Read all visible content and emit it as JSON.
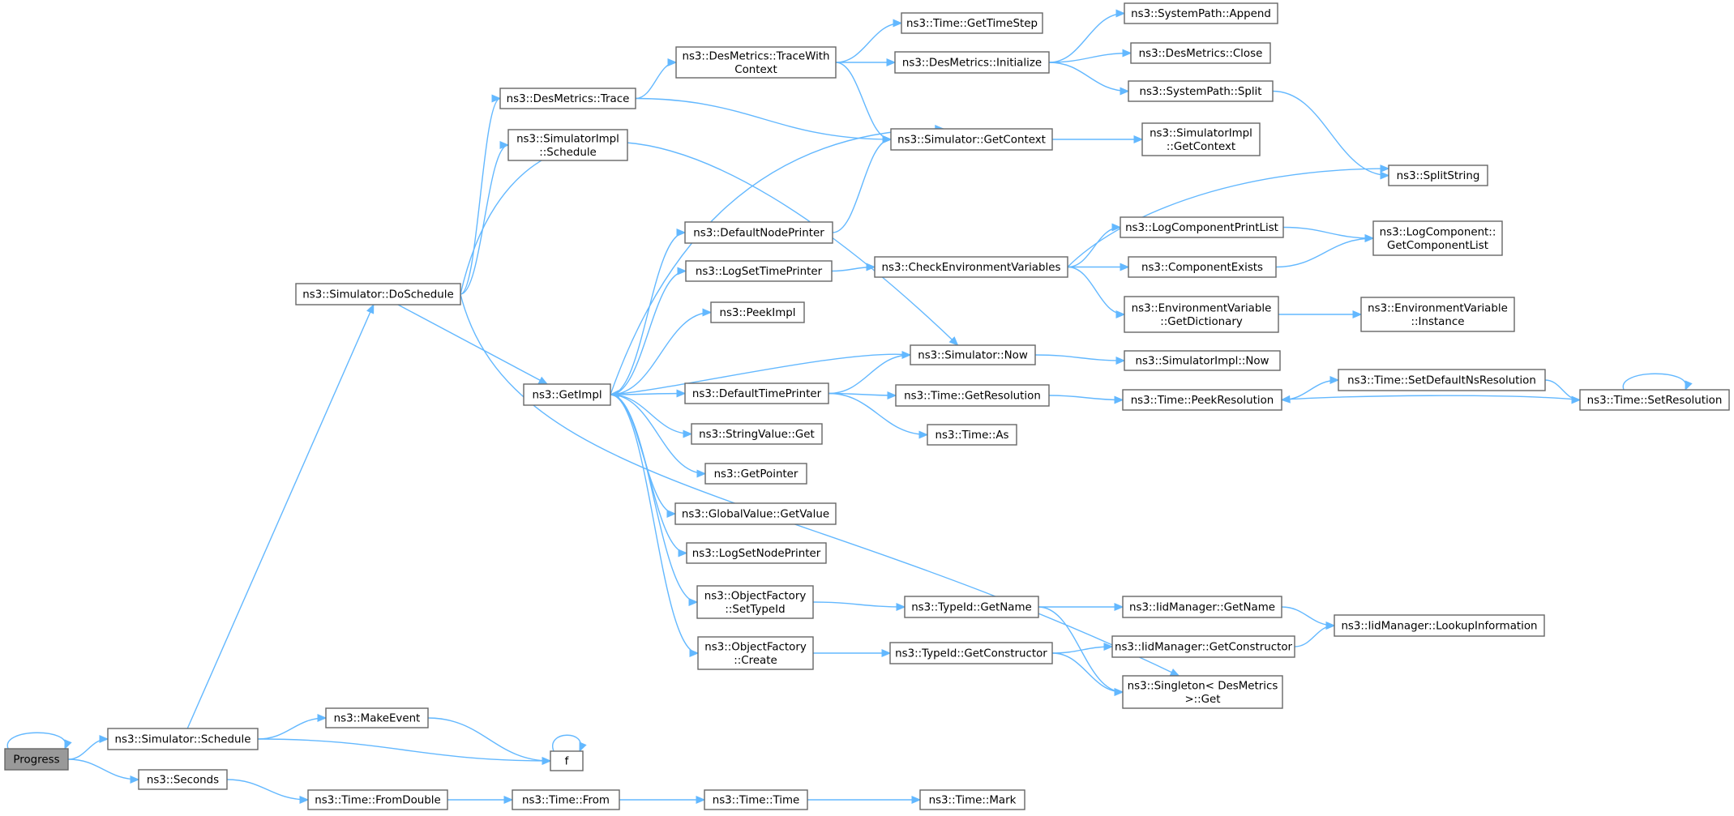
{
  "nodes": [
    {
      "id": "progress",
      "lines": [
        "Progress"
      ],
      "root": true
    },
    {
      "id": "sim_schedule",
      "lines": [
        "ns3::Simulator::Schedule"
      ]
    },
    {
      "id": "seconds",
      "lines": [
        "ns3::Seconds"
      ]
    },
    {
      "id": "makeevent",
      "lines": [
        "ns3::MakeEvent"
      ]
    },
    {
      "id": "f",
      "lines": [
        "f"
      ]
    },
    {
      "id": "doschedule",
      "lines": [
        "ns3::Simulator::DoSchedule"
      ]
    },
    {
      "id": "fromdouble",
      "lines": [
        "ns3::Time::FromDouble"
      ]
    },
    {
      "id": "timefrom",
      "lines": [
        "ns3::Time::From"
      ]
    },
    {
      "id": "timetime",
      "lines": [
        "ns3::Time::Time"
      ]
    },
    {
      "id": "timemark",
      "lines": [
        "ns3::Time::Mark"
      ]
    },
    {
      "id": "desmetrics_trace",
      "lines": [
        "ns3::DesMetrics::Trace"
      ]
    },
    {
      "id": "simimpl_schedule",
      "lines": [
        "ns3::SimulatorImpl",
        "::Schedule"
      ]
    },
    {
      "id": "getimpl",
      "lines": [
        "ns3::GetImpl"
      ]
    },
    {
      "id": "sim_now",
      "lines": [
        "ns3::Simulator::Now"
      ]
    },
    {
      "id": "singleton_get",
      "lines": [
        "ns3::Singleton< DesMetrics",
        ">::Get"
      ]
    },
    {
      "id": "tracewithcontext",
      "lines": [
        "ns3::DesMetrics::TraceWith",
        "Context"
      ]
    },
    {
      "id": "sim_getcontext",
      "lines": [
        "ns3::Simulator::GetContext"
      ]
    },
    {
      "id": "gettimestep",
      "lines": [
        "ns3::Time::GetTimeStep"
      ]
    },
    {
      "id": "dm_initialize",
      "lines": [
        "ns3::DesMetrics::Initialize"
      ]
    },
    {
      "id": "sp_append",
      "lines": [
        "ns3::SystemPath::Append"
      ]
    },
    {
      "id": "dm_close",
      "lines": [
        "ns3::DesMetrics::Close"
      ]
    },
    {
      "id": "sp_split",
      "lines": [
        "ns3::SystemPath::Split"
      ]
    },
    {
      "id": "splitstring",
      "lines": [
        "ns3::SplitString"
      ]
    },
    {
      "id": "simimpl_getcontext",
      "lines": [
        "ns3::SimulatorImpl",
        "::GetContext"
      ]
    },
    {
      "id": "defaultnodeprinter",
      "lines": [
        "ns3::DefaultNodePrinter"
      ]
    },
    {
      "id": "logsettimeprinter",
      "lines": [
        "ns3::LogSetTimePrinter"
      ]
    },
    {
      "id": "peekimpl",
      "lines": [
        "ns3::PeekImpl"
      ]
    },
    {
      "id": "defaulttimeprinter",
      "lines": [
        "ns3::DefaultTimePrinter"
      ]
    },
    {
      "id": "stringvalue_get",
      "lines": [
        "ns3::StringValue::Get"
      ]
    },
    {
      "id": "getpointer",
      "lines": [
        "ns3::GetPointer"
      ]
    },
    {
      "id": "globalvalue_getvalue",
      "lines": [
        "ns3::GlobalValue::GetValue"
      ]
    },
    {
      "id": "logsetnodeprinter",
      "lines": [
        "ns3::LogSetNodePrinter"
      ]
    },
    {
      "id": "of_settypeid",
      "lines": [
        "ns3::ObjectFactory",
        "::SetTypeId"
      ]
    },
    {
      "id": "of_create",
      "lines": [
        "ns3::ObjectFactory",
        "::Create"
      ]
    },
    {
      "id": "checkenv",
      "lines": [
        "ns3::CheckEnvironmentVariables"
      ]
    },
    {
      "id": "logcomponentprintlist",
      "lines": [
        "ns3::LogComponentPrintList"
      ]
    },
    {
      "id": "componentexists",
      "lines": [
        "ns3::ComponentExists"
      ]
    },
    {
      "id": "envvar_getdict",
      "lines": [
        "ns3::EnvironmentVariable",
        "::GetDictionary"
      ]
    },
    {
      "id": "logcomponent_getlist",
      "lines": [
        "ns3::LogComponent::",
        "GetComponentList"
      ]
    },
    {
      "id": "envvar_instance",
      "lines": [
        "ns3::EnvironmentVariable",
        "::Instance"
      ]
    },
    {
      "id": "simimpl_now",
      "lines": [
        "ns3::SimulatorImpl::Now"
      ]
    },
    {
      "id": "getresolution",
      "lines": [
        "ns3::Time::GetResolution"
      ]
    },
    {
      "id": "time_as",
      "lines": [
        "ns3::Time::As"
      ]
    },
    {
      "id": "peekresolution",
      "lines": [
        "ns3::Time::PeekResolution"
      ]
    },
    {
      "id": "setdefaultnsres",
      "lines": [
        "ns3::Time::SetDefaultNsResolution"
      ]
    },
    {
      "id": "setresolution",
      "lines": [
        "ns3::Time::SetResolution"
      ]
    },
    {
      "id": "typeid_getname",
      "lines": [
        "ns3::TypeId::GetName"
      ]
    },
    {
      "id": "iid_getname",
      "lines": [
        "ns3::IidManager::GetName"
      ]
    },
    {
      "id": "iid_lookup",
      "lines": [
        "ns3::IidManager::LookupInformation"
      ]
    },
    {
      "id": "typeid_getctor",
      "lines": [
        "ns3::TypeId::GetConstructor"
      ]
    },
    {
      "id": "iid_getctor",
      "lines": [
        "ns3::IidManager::GetConstructor"
      ]
    }
  ],
  "edges": [
    [
      "progress",
      "progress"
    ],
    [
      "progress",
      "sim_schedule"
    ],
    [
      "progress",
      "seconds"
    ],
    [
      "sim_schedule",
      "makeevent"
    ],
    [
      "sim_schedule",
      "f"
    ],
    [
      "sim_schedule",
      "doschedule"
    ],
    [
      "makeevent",
      "f"
    ],
    [
      "f",
      "f"
    ],
    [
      "seconds",
      "fromdouble"
    ],
    [
      "fromdouble",
      "timefrom"
    ],
    [
      "timefrom",
      "timetime"
    ],
    [
      "timetime",
      "timemark"
    ],
    [
      "doschedule",
      "desmetrics_trace"
    ],
    [
      "doschedule",
      "simimpl_schedule"
    ],
    [
      "doschedule",
      "sim_now"
    ],
    [
      "doschedule",
      "getimpl"
    ],
    [
      "doschedule",
      "singleton_get"
    ],
    [
      "desmetrics_trace",
      "tracewithcontext"
    ],
    [
      "desmetrics_trace",
      "sim_getcontext"
    ],
    [
      "tracewithcontext",
      "gettimestep"
    ],
    [
      "tracewithcontext",
      "dm_initialize"
    ],
    [
      "tracewithcontext",
      "sim_getcontext"
    ],
    [
      "dm_initialize",
      "sp_append"
    ],
    [
      "dm_initialize",
      "dm_close"
    ],
    [
      "dm_initialize",
      "sp_split"
    ],
    [
      "sp_split",
      "splitstring"
    ],
    [
      "sim_getcontext",
      "simimpl_getcontext"
    ],
    [
      "getimpl",
      "sim_getcontext"
    ],
    [
      "getimpl",
      "defaultnodeprinter"
    ],
    [
      "getimpl",
      "logsettimeprinter"
    ],
    [
      "getimpl",
      "peekimpl"
    ],
    [
      "getimpl",
      "defaulttimeprinter"
    ],
    [
      "getimpl",
      "stringvalue_get"
    ],
    [
      "getimpl",
      "getpointer"
    ],
    [
      "getimpl",
      "globalvalue_getvalue"
    ],
    [
      "getimpl",
      "logsetnodeprinter"
    ],
    [
      "getimpl",
      "of_settypeid"
    ],
    [
      "getimpl",
      "of_create"
    ],
    [
      "defaultnodeprinter",
      "sim_getcontext"
    ],
    [
      "logsettimeprinter",
      "checkenv"
    ],
    [
      "checkenv",
      "splitstring"
    ],
    [
      "checkenv",
      "logcomponentprintlist"
    ],
    [
      "checkenv",
      "componentexists"
    ],
    [
      "checkenv",
      "envvar_getdict"
    ],
    [
      "logcomponentprintlist",
      "logcomponent_getlist"
    ],
    [
      "componentexists",
      "logcomponent_getlist"
    ],
    [
      "envvar_getdict",
      "envvar_instance"
    ],
    [
      "sim_now",
      "getimpl"
    ],
    [
      "sim_now",
      "simimpl_now"
    ],
    [
      "defaulttimeprinter",
      "sim_now"
    ],
    [
      "defaulttimeprinter",
      "getresolution"
    ],
    [
      "defaulttimeprinter",
      "time_as"
    ],
    [
      "getresolution",
      "peekresolution"
    ],
    [
      "peekresolution",
      "setdefaultnsres"
    ],
    [
      "setdefaultnsres",
      "setresolution"
    ],
    [
      "setresolution",
      "setresolution"
    ],
    [
      "setresolution",
      "peekresolution"
    ],
    [
      "of_settypeid",
      "typeid_getname"
    ],
    [
      "typeid_getname",
      "iid_getname"
    ],
    [
      "typeid_getname",
      "singleton_get"
    ],
    [
      "iid_getname",
      "iid_lookup"
    ],
    [
      "of_create",
      "typeid_getctor"
    ],
    [
      "typeid_getctor",
      "iid_getctor"
    ],
    [
      "typeid_getctor",
      "singleton_get"
    ],
    [
      "iid_getctor",
      "iid_lookup"
    ]
  ]
}
